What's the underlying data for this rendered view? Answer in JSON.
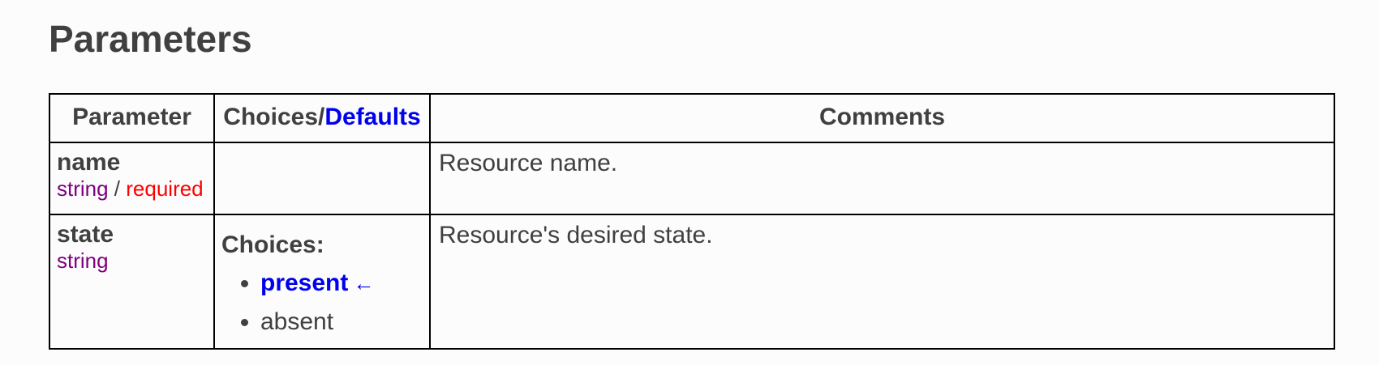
{
  "page": {
    "title": "Parameters"
  },
  "table": {
    "headers": {
      "parameter": "Parameter",
      "choices_prefix": "Choices/",
      "defaults": "Defaults",
      "comments": "Comments"
    },
    "rows": [
      {
        "name": "name",
        "type": "string",
        "separator": " / ",
        "required": "required",
        "choices_label": "",
        "choices": [],
        "comment": "Resource name."
      },
      {
        "name": "state",
        "type": "string",
        "choices_label": "Choices:",
        "choices": [
          {
            "value": "present",
            "is_default": true,
            "default_marker": "←"
          },
          {
            "value": "absent",
            "is_default": false
          }
        ],
        "comment": "Resource's desired state."
      }
    ]
  },
  "colors": {
    "text": "#404040",
    "default_link": "#0000ee",
    "type": "#800080",
    "required": "#ff0000",
    "border": "#000000"
  }
}
